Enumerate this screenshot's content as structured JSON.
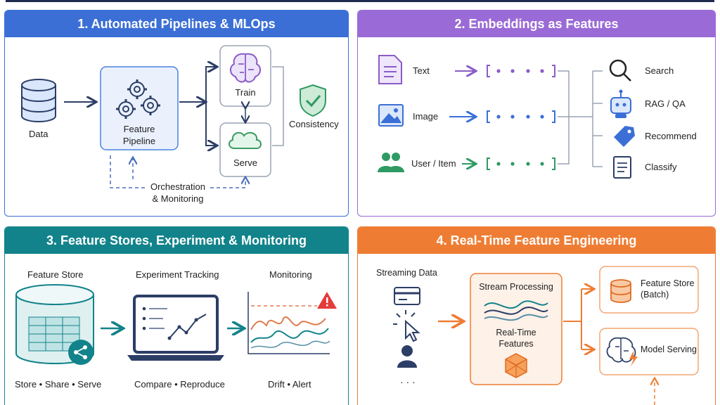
{
  "panel1": {
    "title": "1. Automated Pipelines & MLOps",
    "data_label": "Data",
    "feature_pipeline": "Feature\nPipeline",
    "train": "Train",
    "serve": "Serve",
    "consistency": "Consistency",
    "orchestration": "Orchestration\n& Monitoring"
  },
  "panel2": {
    "title": "2. Embeddings as Features",
    "inputs": [
      "Text",
      "Image",
      "User / Item"
    ],
    "outputs": [
      "Search",
      "RAG / QA",
      "Recommend",
      "Classify"
    ],
    "colors": {
      "text": "#8a5cc7",
      "image": "#3b6fd6",
      "user": "#2f9a63"
    }
  },
  "panel3": {
    "title": "3. Feature Stores, Experiment & Monitoring",
    "feature_store": "Feature Store",
    "experiment_tracking": "Experiment Tracking",
    "monitoring": "Monitoring",
    "store_caption": "Store • Share • Serve",
    "compare_caption": "Compare • Reproduce",
    "drift_caption": "Drift • Alert"
  },
  "panel4": {
    "title": "4. Real-Time Feature Engineering",
    "streaming_data": "Streaming Data",
    "stream_processing": "Stream Processing",
    "realtime_features": "Real-Time\nFeatures",
    "feature_store_batch": "Feature Store\n(Batch)",
    "model_serving": "Model Serving",
    "more": "· · ·"
  }
}
